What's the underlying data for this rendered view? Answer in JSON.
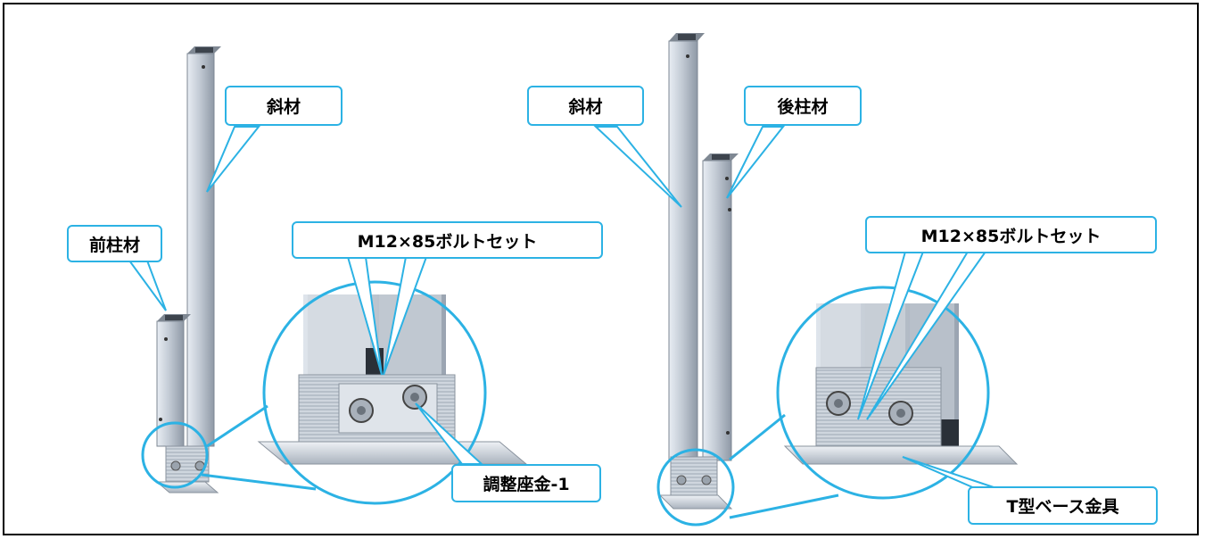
{
  "labels": {
    "left_diagonal": "斜材",
    "left_front_post": "前柱材",
    "left_bolt": "M12×85ボルトセット",
    "left_washer": "調整座金-1",
    "right_diagonal": "斜材",
    "right_rear_post": "後柱材",
    "right_bolt": "M12×85ボルトセット",
    "right_base": "T型ベース金具"
  },
  "colors": {
    "callout_border": "#2cb2e4",
    "frame": "#000000",
    "aluminum": "#c4ccd6"
  }
}
